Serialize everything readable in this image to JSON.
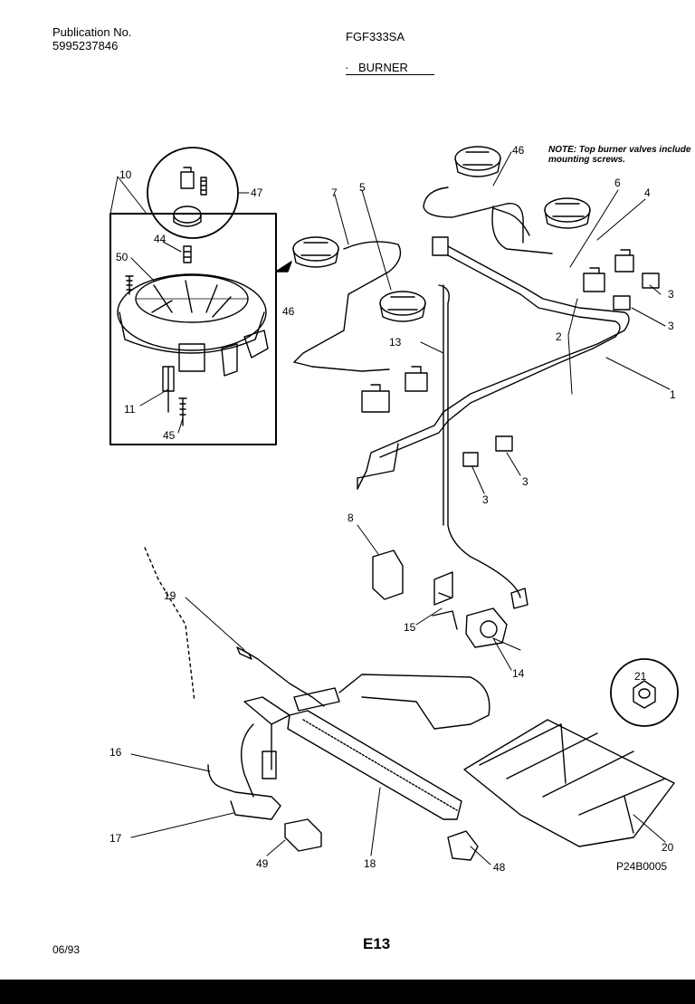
{
  "header": {
    "publication_label": "Publication No.",
    "publication_number": "5995237846",
    "model": "FGF333SA",
    "section": "BURNER"
  },
  "note": "NOTE: Top burner valves include mounting screws.",
  "footer": {
    "date": "06/93",
    "page": "E13",
    "part_code": "P24B0005"
  },
  "callouts": {
    "c1": "1",
    "c2": "2",
    "c3a": "3",
    "c3b": "3",
    "c3c": "3",
    "c3d": "3",
    "c4": "4",
    "c5": "5",
    "c6": "6",
    "c7": "7",
    "c8": "8",
    "c10": "10",
    "c11": "11",
    "c13": "13",
    "c14": "14",
    "c15": "15",
    "c16": "16",
    "c17": "17",
    "c18": "18",
    "c19": "19",
    "c20": "20",
    "c21": "21",
    "c44": "44",
    "c45": "45",
    "c46a": "46",
    "c46b": "46",
    "c47": "47",
    "c48": "48",
    "c49": "49",
    "c50": "50"
  }
}
